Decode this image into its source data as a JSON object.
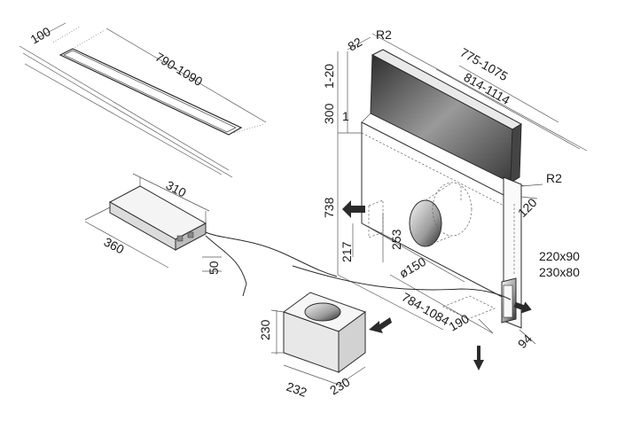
{
  "slot_dims": {
    "width": "100",
    "length": "790-1090"
  },
  "hood_dims": {
    "top_depth": "82",
    "radius_top": "R2",
    "width_outer": "775-1075",
    "width_inner": "814-1114",
    "rise": "1-20",
    "visible_height": "300",
    "gap": "1",
    "body_height": "738",
    "radius_side": "R2",
    "side_depth": "120",
    "outlet_size_a": "220x90",
    "outlet_size_b": "230x80",
    "hole_height": "253",
    "hole_base": "217",
    "hole_diameter": "ø150",
    "base_width": "784-1084",
    "base_depth": "190",
    "outlet_depth": "94"
  },
  "transformer_dims": {
    "width": "310",
    "length": "360",
    "height": "50"
  },
  "motor_box_dims": {
    "height": "230",
    "width": "232",
    "depth": "230"
  }
}
